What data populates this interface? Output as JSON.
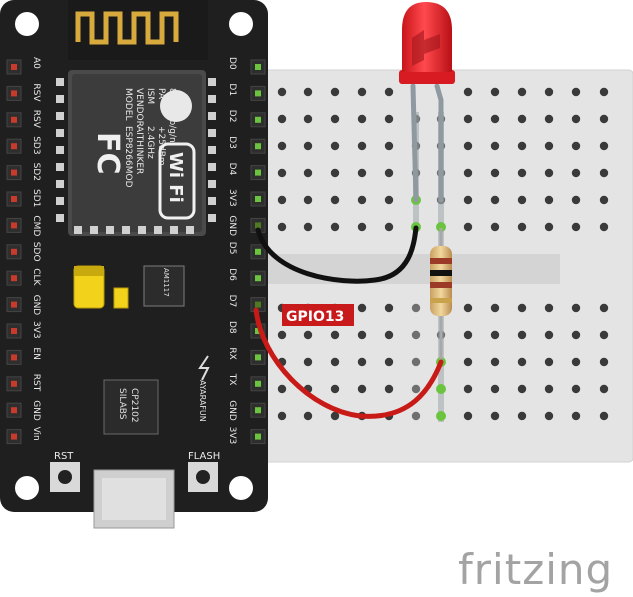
{
  "board": {
    "left_pins": [
      "A0",
      "RSV",
      "RSV",
      "SD3",
      "SD2",
      "SD1",
      "CMD",
      "SDO",
      "CLK",
      "GND",
      "3V3",
      "EN",
      "RST",
      "GND",
      "Vin"
    ],
    "right_pins": [
      "D0",
      "D1",
      "D2",
      "D3",
      "D4",
      "3V3",
      "GND",
      "D5",
      "D6",
      "D7",
      "D8",
      "RX",
      "TX",
      "GND",
      "3V3"
    ],
    "module_text": [
      "MODEL",
      "VENDOR",
      "ISM",
      "PA",
      "802.11b/g/n"
    ],
    "module_values": [
      "ESP8266MOD",
      "AITHINKER",
      "2.4GHz",
      "+25dBm"
    ],
    "fc_mark": "FC",
    "wifi_mark": "Wi Fi",
    "regulator": "AM1117",
    "chip_line1": "SILABS",
    "chip_line2": "CP2102",
    "brand": "AYARAFUN",
    "rst_label": "RST",
    "flash_label": "FLASH"
  },
  "wire_label": "GPIO13",
  "watermark": "fritzing",
  "colors": {
    "board": "#1e1e1e",
    "breadboard": "#e6e6e6",
    "led": "#e8262b",
    "wire_gnd": "#111111",
    "wire_gpio": "#c81b17",
    "label_bg": "#c8191b",
    "green_pin": "#6bc43f"
  }
}
